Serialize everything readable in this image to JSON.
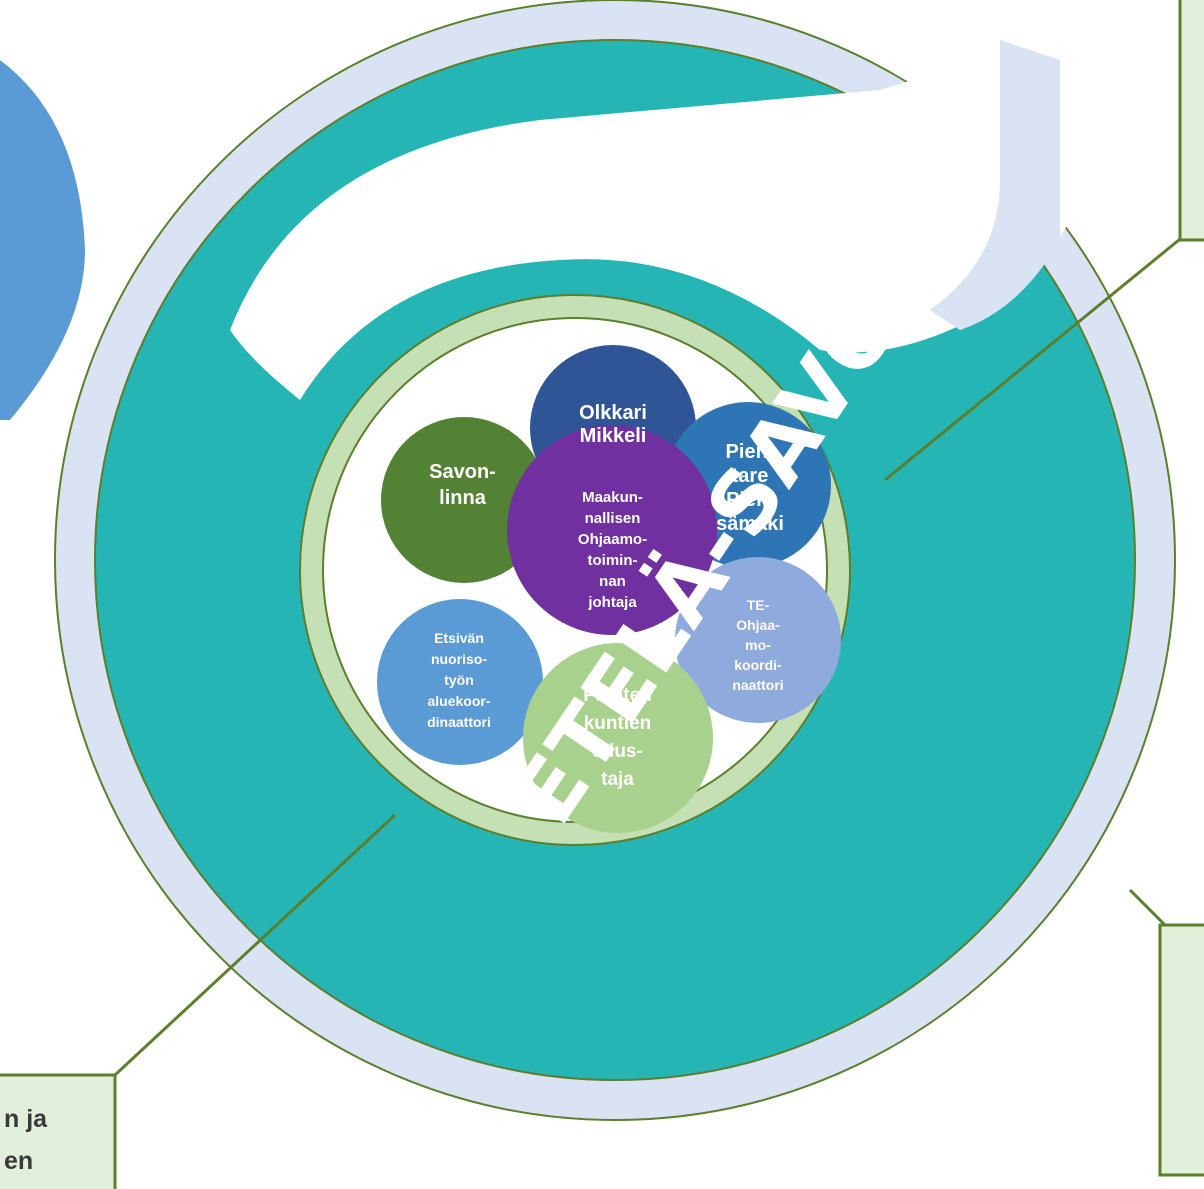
{
  "logo_text": "ETELÄ-SAVO",
  "center": {
    "label": "Maakun-\nnallisen\nOhjaamo-\ntoimin-\nnan\njohtaja",
    "color": "#7030a0"
  },
  "members": [
    {
      "id": "olkkari",
      "label": "Olkkari\nMikkeli",
      "color": "#2f5597"
    },
    {
      "id": "pientare",
      "label": "Pien-\ntare\nPiek-\nsämäki",
      "color": "#2e75b6"
    },
    {
      "id": "te",
      "label": "TE-\nOhjaa-\nmo-\nkoordi-\nnaattori",
      "color": "#8faadc"
    },
    {
      "id": "pienten",
      "label": "Pienten\nkuntien\nedus-\ntaja",
      "color": "#a9d18e"
    },
    {
      "id": "etsivan",
      "label": "Etsivän\nnuoriso-\ntyön\naluekoor-\ndinaattori",
      "color": "#5b9bd5"
    },
    {
      "id": "savonlinna",
      "label": "Savon-\nlinna",
      "color": "#548235"
    }
  ],
  "callout_bottom_left": {
    "text": "n ja\nen"
  },
  "colors": {
    "teal": "#26b5b5",
    "ring": "#dae3f3",
    "green_line": "#5b7f2a",
    "inner_ring": "#c5e0b4",
    "callout_fill": "#e2efda"
  }
}
